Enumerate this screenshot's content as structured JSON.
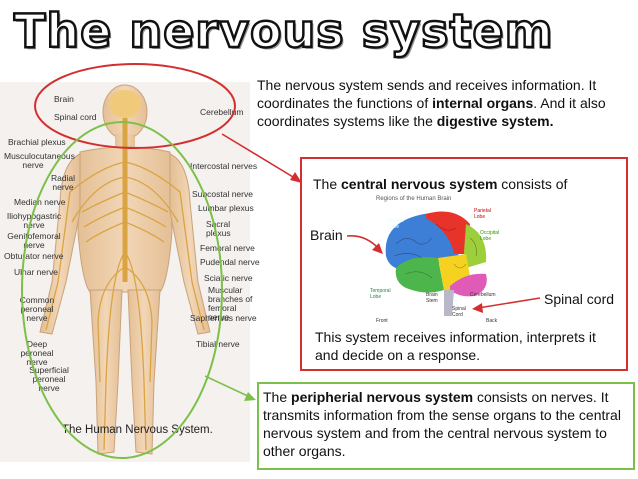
{
  "title": "The nervous system",
  "intro": {
    "part1": "The nervous system sends and receives information. It coordinates the functions of ",
    "bold1": "internal organs",
    "part2": ". And it also coordinates systems like the ",
    "bold2": "digestive system."
  },
  "cns": {
    "prefix": "The ",
    "bold": "central nervous system",
    "suffix": " consists of",
    "brain_label": "Brain",
    "spinal_label": "Spinal cord",
    "description": "This system receives information, interprets it and decide on a response.",
    "diagram": {
      "title": "Regions of the Human Brain",
      "frontal": "Frontal Lobe",
      "parietal": "Parietal Lobe",
      "occipital": "Occipital Lobe",
      "temporal": "Temporal Lobe",
      "brainstem": "Brain Stem",
      "cerebellum": "Cerebellum",
      "spinal": "Spinal Cord",
      "front": "Front",
      "back": "Back"
    }
  },
  "pns": {
    "prefix": "The ",
    "bold": "peripherial nervous system",
    "suffix": " consists on nerves. It transmits information from the sense organs to the central nervous system and from the central nervous system to other organs."
  },
  "figure": {
    "caption": "The Human Nervous System.",
    "left_labels": [
      "Brain",
      "Spinal cord",
      "Brachial plexus",
      "Musculocutaneous nerve",
      "Radial nerve",
      "Median nerve",
      "Iliohypogastric nerve",
      "Genitofemoral nerve",
      "Obturator nerve",
      "Ulnar nerve",
      "Common peroneal nerve",
      "Deep peroneal nerve",
      "Superficial peroneal nerve"
    ],
    "right_labels": [
      "Cerebellum",
      "Intercostal nerves",
      "Subcostal nerve",
      "Lumbar plexus",
      "Sacral plexus",
      "Femoral nerve",
      "Pudendal nerve",
      "Sciatic nerve",
      "Muscular branches of femoral nerve",
      "Saphenous nerve",
      "Tibial nerve"
    ]
  },
  "colors": {
    "red": "#d32f2f",
    "green": "#7cc04a",
    "body": "#e9c9a3"
  }
}
